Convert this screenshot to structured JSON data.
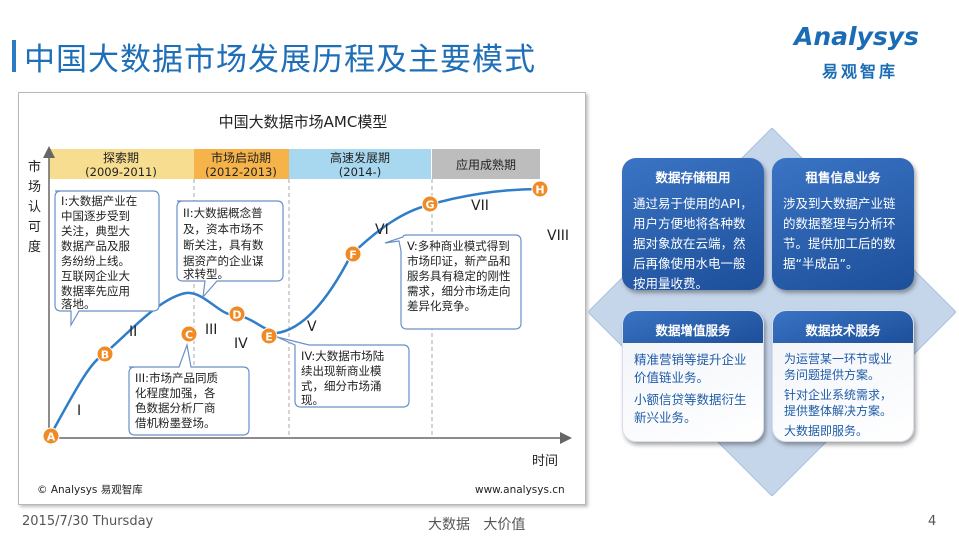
{
  "page": {
    "title": "中国大数据市场发展历程及主要模式",
    "logo_main": "Analysys",
    "logo_sub": "易观智库",
    "footer_date": "2015/7/30 Thursday",
    "footer_center": "大数据   大价值",
    "page_number": "4"
  },
  "chart_data": {
    "type": "line",
    "title": "中国大数据市场AMC模型",
    "ylabel": "市场认可度",
    "xlabel": "时间",
    "copyright": "© Analysys 易观智库",
    "website": "www.analysys.cn",
    "phases": [
      {
        "name": "探索期",
        "years": "(2009-2011)",
        "color": "#f7dd8f"
      },
      {
        "name": "市场启动期",
        "years": "(2012-2013)",
        "color": "#f5b34a"
      },
      {
        "name": "高速发展期",
        "years": "(2014-)",
        "color": "#a8d8ef"
      },
      {
        "name": "应用成熟期",
        "years": "",
        "color": "#bdbdbd"
      }
    ],
    "stage_labels": [
      "I",
      "II",
      "III",
      "IV",
      "V",
      "VI",
      "VII",
      "VIII"
    ],
    "points": [
      "A",
      "B",
      "C",
      "D",
      "E",
      "F",
      "G",
      "H"
    ],
    "annotations": [
      "I:大数据产业在中国逐步受到关注，典型大数据产品及服务纷纷上线。互联网企业大数据率先应用落地。",
      "II:大数据概念普及，资本市场不断关注，具有数据资产的企业谋求转型。",
      "III:市场产品同质化程度加强，各色数据分析厂商借机粉墨登场。",
      "IV:大数据市场陆续出现新商业模式，细分市场涌现。",
      "V:多种商业模式得到市场印证，新产品和服务具有稳定的刚性需求，细分市场走向差异化竞争。"
    ]
  },
  "modes": {
    "top_left": {
      "title": "数据存储租用",
      "body": "通过易于使用的API，用户方便地将各种数据对象放在云端，然后再像使用水电一般按用量收费。"
    },
    "top_right": {
      "title": "租售信息业务",
      "body": "涉及到大数据产业链的数据整理与分析环节。提供加工后的数据“半成品”。"
    },
    "bottom_left": {
      "title": "数据增值服务",
      "body1": "精准营销等提升企业价值链业务。",
      "body2": "小额信贷等数据衍生新兴业务。"
    },
    "bottom_right": {
      "title": "数据技术服务",
      "body1": "为运营某一环节或业务问题提供方案。",
      "body2": "针对企业系统需求，提供整体解决方案。",
      "body3": "大数据即服务。"
    }
  }
}
